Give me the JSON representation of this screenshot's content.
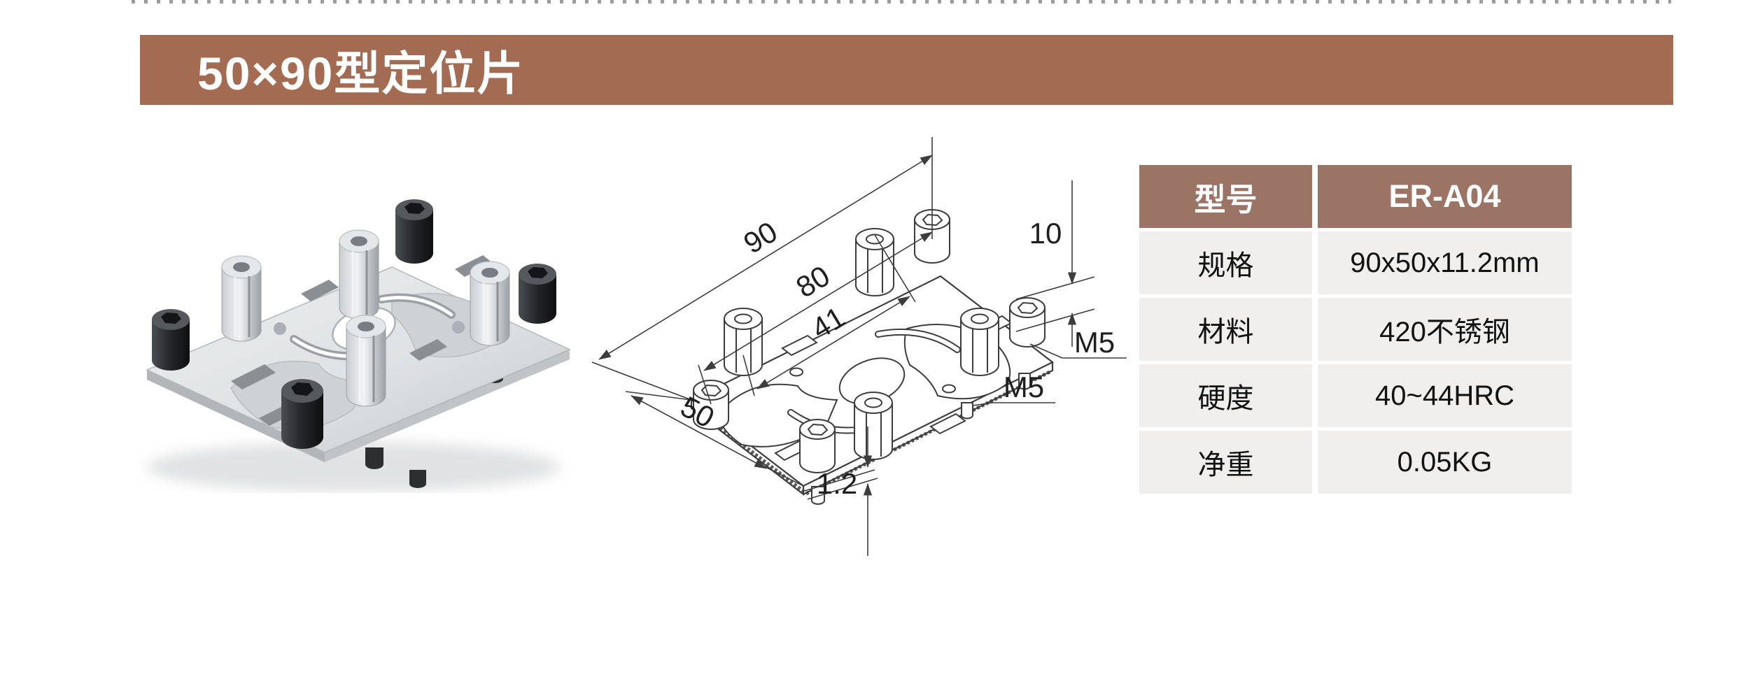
{
  "page": {
    "title": "50×90型定位片"
  },
  "colors": {
    "title_bar": "#A36B51",
    "table_header": "#9B7465",
    "table_row_bg": "#F0EFEE",
    "dotted_line": "#9C9C9C",
    "drawing_line": "#3D3D3D"
  },
  "product_photo": {
    "description": "isometric render of 50x90 stainless positioning plate with hex standoffs and black socket nuts"
  },
  "drawing": {
    "dims": {
      "d90": "90",
      "d80": "80",
      "d41": "41",
      "d10": "10",
      "d50": "50",
      "d1_2": "1.2",
      "m5_right": "M5",
      "m5_mid": "M5"
    }
  },
  "spec_table": {
    "header": {
      "label": "型号",
      "value": "ER-A04"
    },
    "rows": [
      {
        "label": "规格",
        "value": "90x50x11.2mm"
      },
      {
        "label": "材料",
        "value": "420不锈钢"
      },
      {
        "label": "硬度",
        "value": "40~44HRC"
      },
      {
        "label": "净重",
        "value": "0.05KG"
      }
    ]
  }
}
